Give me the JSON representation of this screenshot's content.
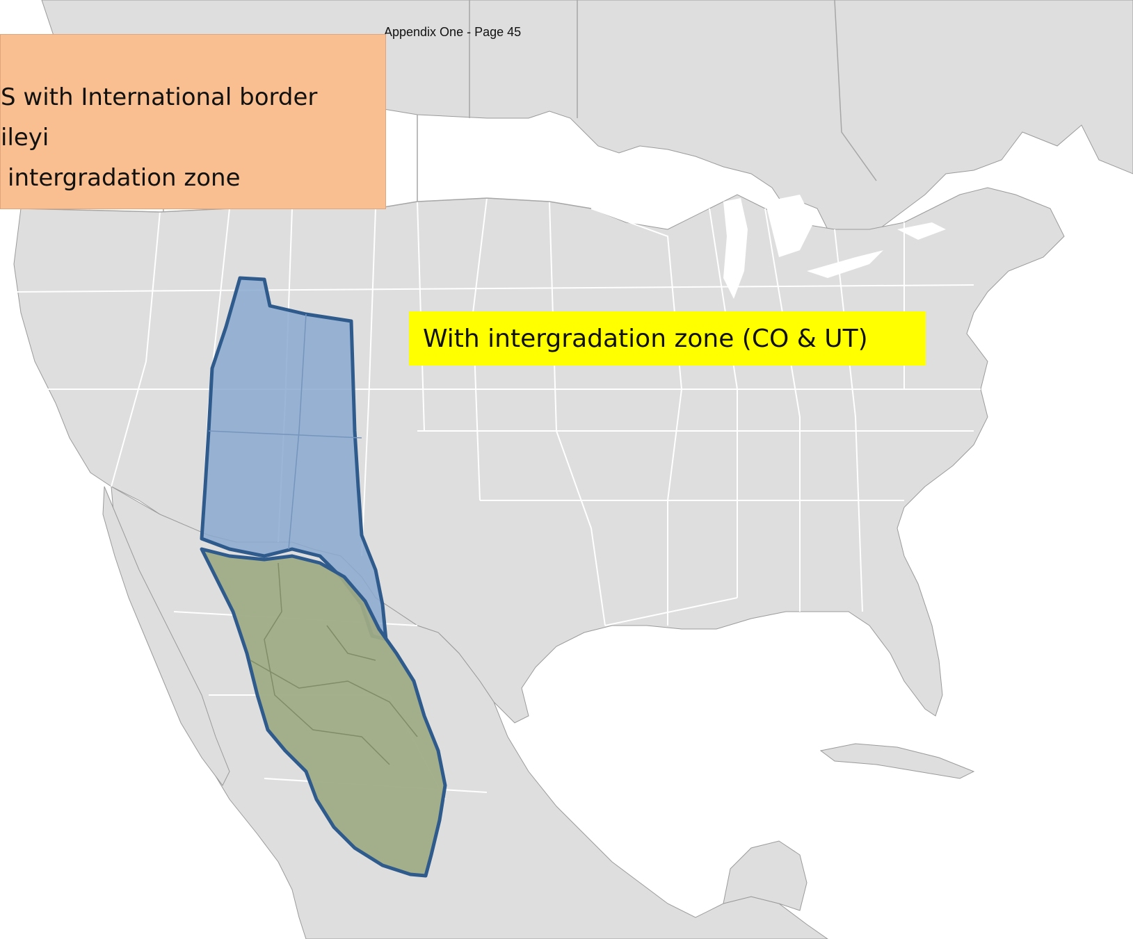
{
  "page_label": "Appendix One - Page 45",
  "legend": {
    "lines": [
      "S with International border",
      "ileyi",
      "intergradation zone"
    ]
  },
  "callout": {
    "text": "With intergradation zone (CO & UT)"
  },
  "colors": {
    "land": "#dedede",
    "borders": "#ffffff",
    "outer_borders": "#9a9a9a",
    "blue_range_fill": "#8aa9cf",
    "green_range_fill": "#9fab86",
    "range_outline": "#2f5a8c",
    "legend_bg": "#f9bf91",
    "callout_bg": "#ffff00"
  }
}
